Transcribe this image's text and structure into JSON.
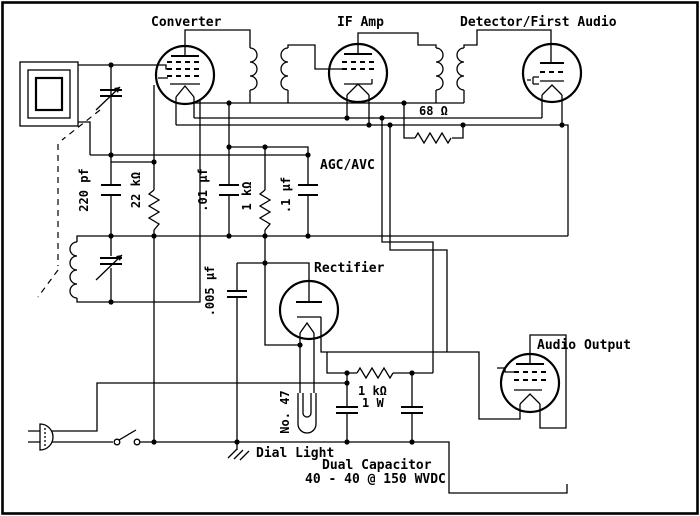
{
  "diagram": {
    "type": "vacuum-tube radio schematic (AC/DC superheterodyne)",
    "colors": {
      "line": "#000000",
      "background": "#ffffff"
    },
    "labels": {
      "converter": "Converter",
      "if_amp": "IF Amp",
      "detector": "Detector/First Audio",
      "rectifier": "Rectifier",
      "audio_output": "Audio Output",
      "agc": "AGC/AVC",
      "dial_light": "Dial Light",
      "dual_capacitor": "Dual Capacitor",
      "dual_capacitor_rating": "40 - 40 @ 150 WVDC"
    },
    "values": {
      "antenna_cap": "220 pf",
      "grid_resistor": "22 kΩ",
      "bypass_cap_01": ".01 μf",
      "cathode_resistor": "1 kΩ",
      "bypass_cap_1": ".1 μf",
      "filament_resistor": "68 Ω",
      "osc_cap": ".005 μf",
      "dial_lamp": "No. 47",
      "filter_resistor": "1 kΩ",
      "filter_resistor_wattage": "1 W"
    }
  }
}
